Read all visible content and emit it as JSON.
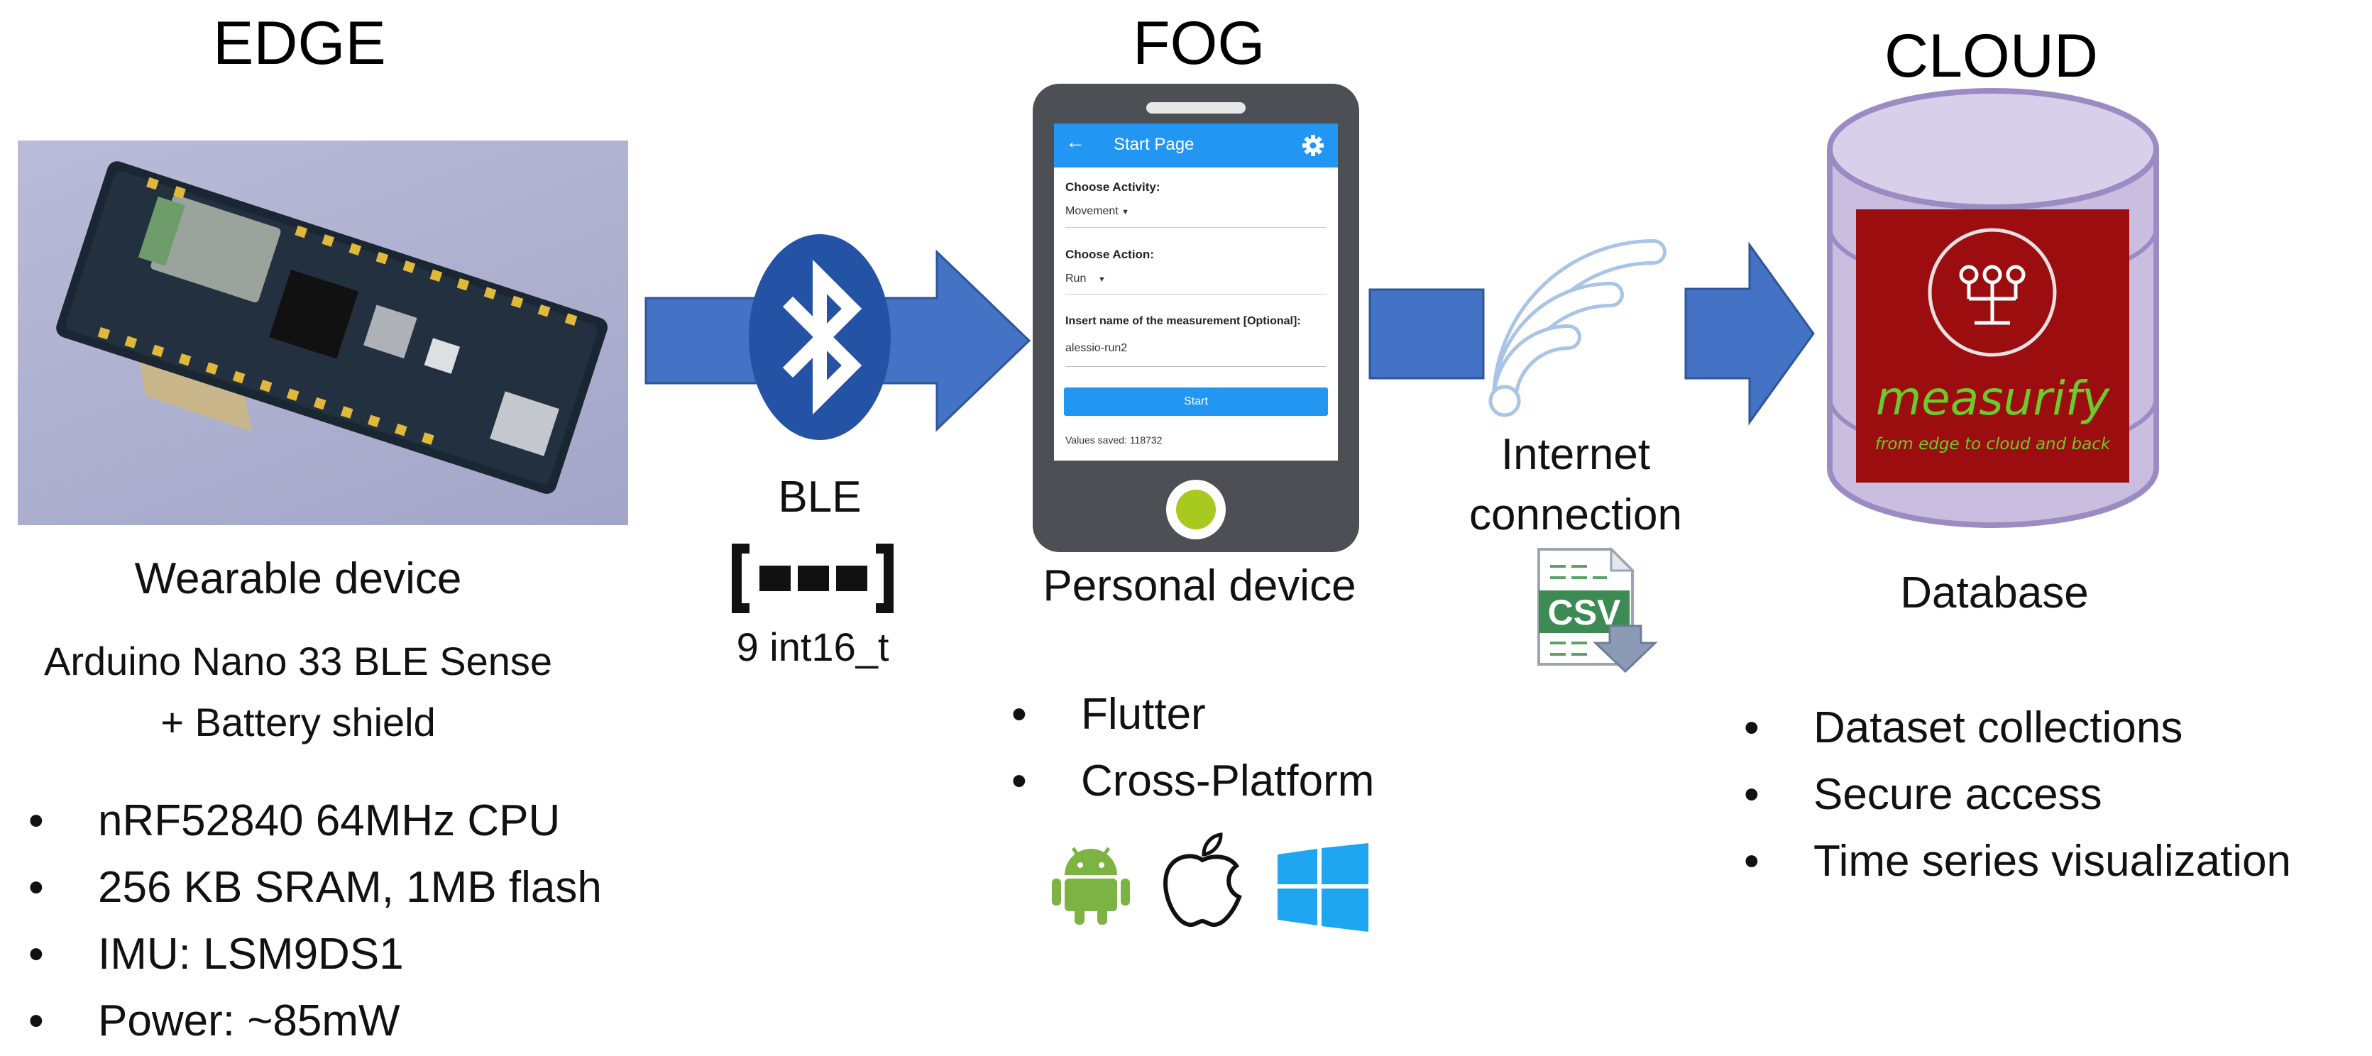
{
  "edge": {
    "title": "EDGE",
    "device_label": "Wearable device",
    "board_line1": "Arduino Nano 33 BLE Sense",
    "board_line2": "+ Battery shield",
    "specs": [
      "nRF52840 64MHz CPU",
      "256 KB SRAM, 1MB flash",
      "IMU: LSM9DS1",
      "Power: ~85mW"
    ]
  },
  "link_ble": {
    "label": "BLE",
    "payload": "9 int16_t"
  },
  "fog": {
    "title": "FOG",
    "device_label": "Personal device",
    "features": [
      "Flutter",
      "Cross-Platform"
    ],
    "platform_icons": [
      "android-icon",
      "apple-icon",
      "windows-icon"
    ],
    "app": {
      "header_title": "Start Page",
      "activity_label": "Choose Activity:",
      "activity_value": "Movement",
      "action_label": "Choose Action:",
      "action_value": "Run",
      "measurement_label": "Insert name of the measurement [Optional]:",
      "measurement_value": "alessio-run2",
      "start_button": "Start",
      "values_saved": "Values saved: 118732"
    }
  },
  "link_internet": {
    "label_line1": "Internet",
    "label_line2": "connection",
    "file_badge": "CSV"
  },
  "cloud": {
    "title": "CLOUD",
    "db_label": "Database",
    "logo_name": "measurify",
    "logo_tagline": "from edge to cloud and back",
    "features": [
      "Dataset collections",
      "Secure access",
      "Time series visualization"
    ]
  },
  "colors": {
    "arrow_blue": "#4472c4",
    "bluetooth_blue": "#2453a6",
    "app_blue": "#2196f3",
    "db_purple": "#c9bee0",
    "logo_red": "#9c0d10",
    "logo_green": "#6ccb2a",
    "android_green": "#7cb342",
    "windows_blue": "#1ea6f0"
  }
}
